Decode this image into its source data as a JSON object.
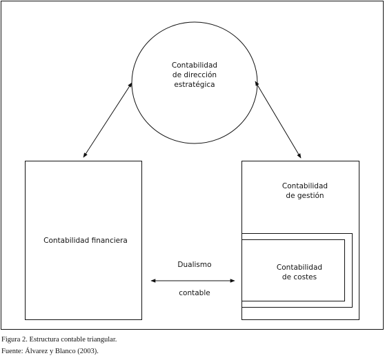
{
  "diagram": {
    "circle": {
      "lines": [
        "Contabilidad",
        "de dirección",
        "estratégica"
      ]
    },
    "left_box": {
      "label": "Contabilidad financiera"
    },
    "right_box": {
      "lines": [
        "Contabilidad",
        "de gestión"
      ],
      "inner": {
        "lines": [
          "Contabilidad",
          "de costes"
        ]
      }
    },
    "dualism": {
      "top": "Dualismo",
      "bottom": "contable"
    }
  },
  "caption": {
    "figure": "Figura 2. Estructura contable triangular.",
    "source": "Fuente: Álvarez y Blanco (2003)."
  }
}
